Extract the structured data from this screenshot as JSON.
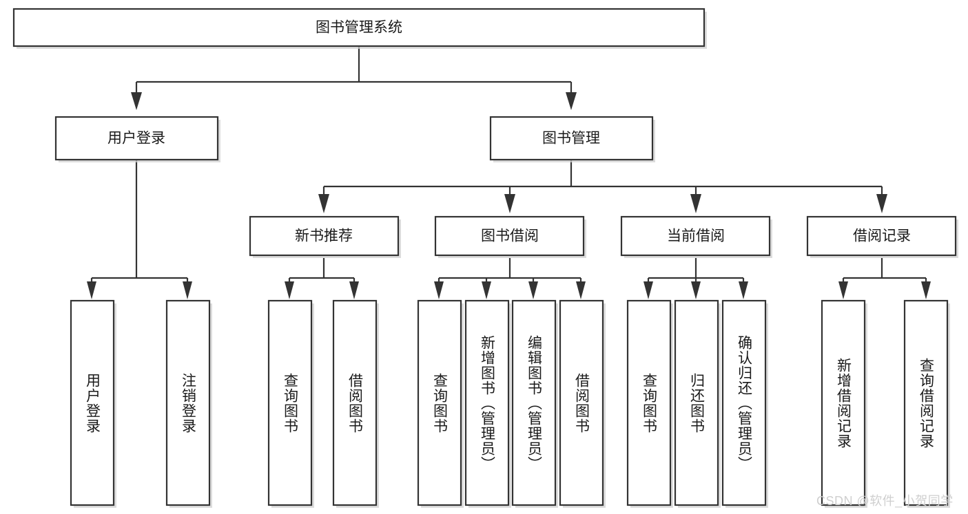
{
  "diagram": {
    "type": "tree",
    "title": "图书管理系统",
    "orientation": "top-down",
    "colors": {
      "box_stroke": "#333333",
      "box_fill": "#ffffff",
      "text": "#1a1a1a",
      "connector": "#333333",
      "watermark": "#cfcfcf",
      "background": "#ffffff"
    },
    "levels": {
      "root": "图书管理系统",
      "level2": [
        "用户登录",
        "图书管理"
      ],
      "level3": [
        "新书推荐",
        "图书借阅",
        "当前借阅",
        "借阅记录"
      ]
    },
    "nodes": {
      "root": {
        "label": "图书管理系统",
        "orientation": "horizontal"
      },
      "user_login": {
        "label": "用户登录",
        "orientation": "horizontal"
      },
      "book_manage": {
        "label": "图书管理",
        "orientation": "horizontal"
      },
      "new_book_rec": {
        "label": "新书推荐",
        "orientation": "horizontal"
      },
      "book_borrow": {
        "label": "图书借阅",
        "orientation": "horizontal"
      },
      "current_borrow": {
        "label": "当前借阅",
        "orientation": "horizontal"
      },
      "borrow_record": {
        "label": "借阅记录",
        "orientation": "horizontal"
      },
      "leaf_1": {
        "label": "用户登录",
        "orientation": "vertical"
      },
      "leaf_2": {
        "label": "注销登录",
        "orientation": "vertical"
      },
      "leaf_3": {
        "label": "查询图书",
        "orientation": "vertical"
      },
      "leaf_4": {
        "label": "借阅图书",
        "orientation": "vertical"
      },
      "leaf_5": {
        "label": "查询图书",
        "orientation": "vertical"
      },
      "leaf_6": {
        "label": "新增图书（管理员）",
        "orientation": "vertical"
      },
      "leaf_7": {
        "label": "编辑图书（管理员）",
        "orientation": "vertical"
      },
      "leaf_8": {
        "label": "借阅图书",
        "orientation": "vertical"
      },
      "leaf_9": {
        "label": "查询图书",
        "orientation": "vertical"
      },
      "leaf_10": {
        "label": "归还图书",
        "orientation": "vertical"
      },
      "leaf_11": {
        "label": "确认归还（管理员）",
        "orientation": "vertical"
      },
      "leaf_12": {
        "label": "新增借阅记录",
        "orientation": "vertical"
      },
      "leaf_13": {
        "label": "查询借阅记录",
        "orientation": "vertical"
      }
    },
    "edges": [
      {
        "from": "root",
        "to": "user_login"
      },
      {
        "from": "root",
        "to": "book_manage"
      },
      {
        "from": "user_login",
        "to": "leaf_1"
      },
      {
        "from": "user_login",
        "to": "leaf_2"
      },
      {
        "from": "book_manage",
        "to": "new_book_rec"
      },
      {
        "from": "book_manage",
        "to": "book_borrow"
      },
      {
        "from": "book_manage",
        "to": "current_borrow"
      },
      {
        "from": "book_manage",
        "to": "borrow_record"
      },
      {
        "from": "new_book_rec",
        "to": "leaf_3"
      },
      {
        "from": "new_book_rec",
        "to": "leaf_4"
      },
      {
        "from": "book_borrow",
        "to": "leaf_5"
      },
      {
        "from": "book_borrow",
        "to": "leaf_6"
      },
      {
        "from": "book_borrow",
        "to": "leaf_7"
      },
      {
        "from": "book_borrow",
        "to": "leaf_8"
      },
      {
        "from": "current_borrow",
        "to": "leaf_9"
      },
      {
        "from": "current_borrow",
        "to": "leaf_10"
      },
      {
        "from": "current_borrow",
        "to": "leaf_11"
      },
      {
        "from": "borrow_record",
        "to": "leaf_12"
      },
      {
        "from": "borrow_record",
        "to": "leaf_13"
      }
    ]
  },
  "watermark": {
    "text": "CSDN @软件_小贺同学"
  }
}
